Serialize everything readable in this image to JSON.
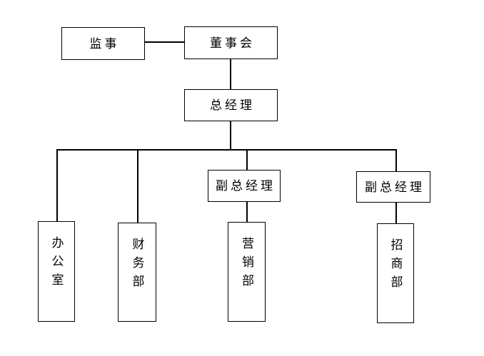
{
  "diagram": {
    "type": "org-chart",
    "background_color": "#ffffff",
    "line_color": "#000000",
    "text_color": "#000000",
    "nodes": {
      "supervisor": {
        "label": "监事"
      },
      "board": {
        "label": "董事会"
      },
      "general_manager": {
        "label": "总经理"
      },
      "deputy_gm_1": {
        "label": "副总经理"
      },
      "deputy_gm_2": {
        "label": "副总经理"
      },
      "office": {
        "label": "办公室"
      },
      "finance_dept": {
        "label": "财务部"
      },
      "marketing_dept": {
        "label": "营销部"
      },
      "investment_dept": {
        "label": "招商部"
      }
    },
    "edges": [
      {
        "from": "supervisor",
        "to": "board"
      },
      {
        "from": "board",
        "to": "general_manager"
      },
      {
        "from": "general_manager",
        "to": "office"
      },
      {
        "from": "general_manager",
        "to": "finance_dept"
      },
      {
        "from": "general_manager",
        "to": "deputy_gm_1"
      },
      {
        "from": "general_manager",
        "to": "deputy_gm_2"
      },
      {
        "from": "deputy_gm_1",
        "to": "marketing_dept"
      },
      {
        "from": "deputy_gm_2",
        "to": "investment_dept"
      }
    ]
  }
}
